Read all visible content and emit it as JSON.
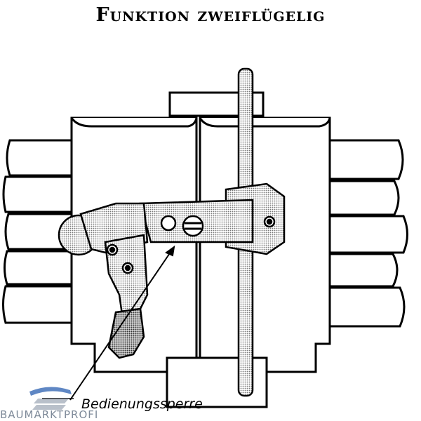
{
  "header": {
    "title": "Funktion zweiflügelig"
  },
  "callouts": {
    "operating_lock": "Bedienungssperre"
  },
  "watermark": {
    "text": "BAUMARKTPROFI",
    "color": "#2a5fb0"
  }
}
